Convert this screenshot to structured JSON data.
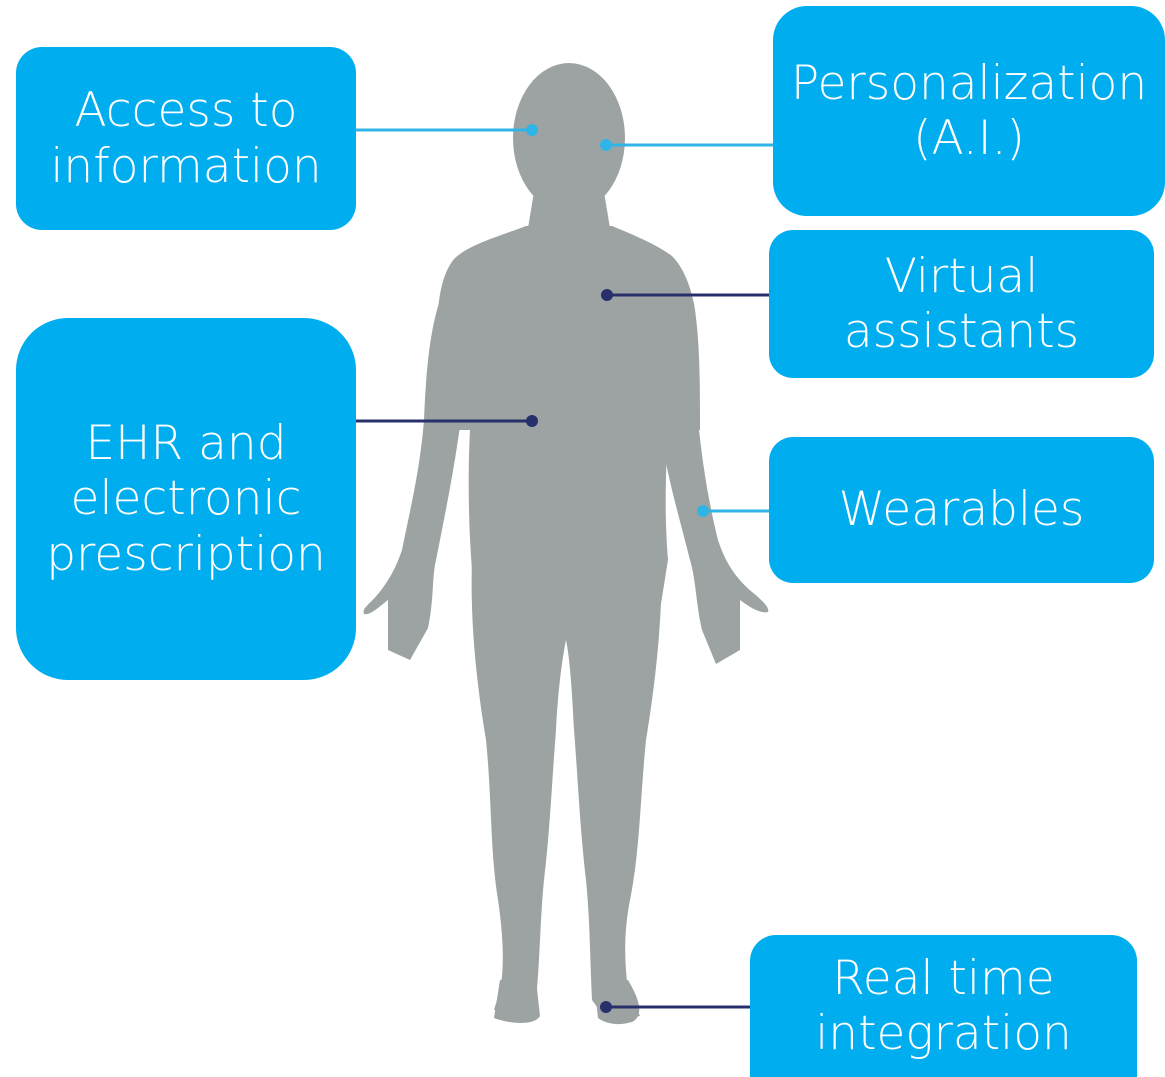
{
  "colors": {
    "callout_fill": "#00adef",
    "callout_text": "#ffffff",
    "silhouette": "#9da3a3",
    "connector_light": "#2fb4e6",
    "connector_dark": "#27306b"
  },
  "callouts": {
    "access": {
      "line1": "Access to",
      "line2": "information",
      "connector": "light"
    },
    "personalization": {
      "line1": "Personalization",
      "line2": "(A.I.)",
      "connector": "light"
    },
    "virtual": {
      "line1": "Virtual",
      "line2": "assistants",
      "connector": "dark"
    },
    "ehr": {
      "line1": "EHR and",
      "line2": "electronic",
      "line3": "prescription",
      "connector": "dark"
    },
    "wearables": {
      "line1": "Wearables",
      "connector": "light"
    },
    "realtime": {
      "line1": "Real time",
      "line2": "integration",
      "connector": "dark"
    }
  }
}
